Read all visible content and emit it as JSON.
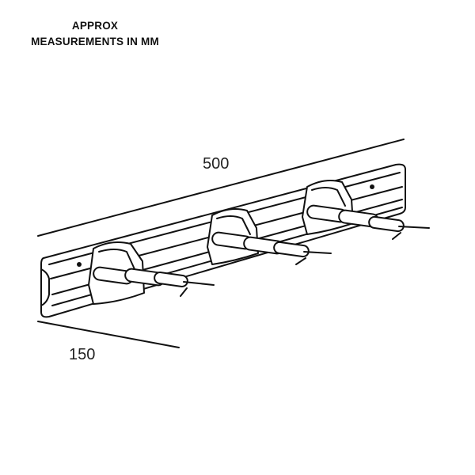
{
  "heading": {
    "line1": "APPROX",
    "line2": "MEASUREMENTS IN MM"
  },
  "dimensions": {
    "length": "500",
    "depth": "150"
  },
  "colors": {
    "ink": "#111111",
    "background": "#ffffff"
  }
}
